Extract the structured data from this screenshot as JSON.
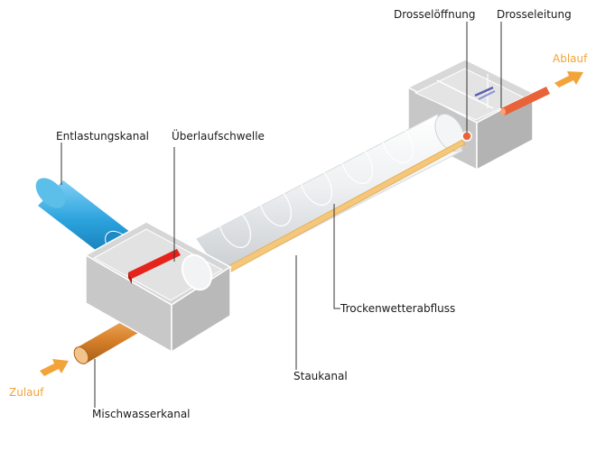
{
  "labels": {
    "entlastungskanal": "Entlastungskanal",
    "ueberlaufschwelle": "Überlaufschwelle",
    "drosseloeffnung": "Drosselöffnung",
    "drosseleitung": "Drosseleitung",
    "ablauf": "Ablauf",
    "trockenwetterabfluss": "Trockenwetterabfluss",
    "staukanal": "Staukanal",
    "zulauf": "Zulauf",
    "mischwasserkanal": "Mischwasserkanal"
  },
  "colors": {
    "concrete_top": "#d6d6d6",
    "concrete_side": "#b9b9b9",
    "concrete_front": "#c8c8c8",
    "relief_pipe": "#2ba3dd",
    "weir": "#e5231b",
    "inflow_pipe": "#d9822b",
    "dry_weather_channel": "#f4c77a",
    "throttle_pipe": "#e8633a",
    "flow_arrow": "#f2a33a",
    "throttle_opening_mark": "#5a5fb0"
  }
}
